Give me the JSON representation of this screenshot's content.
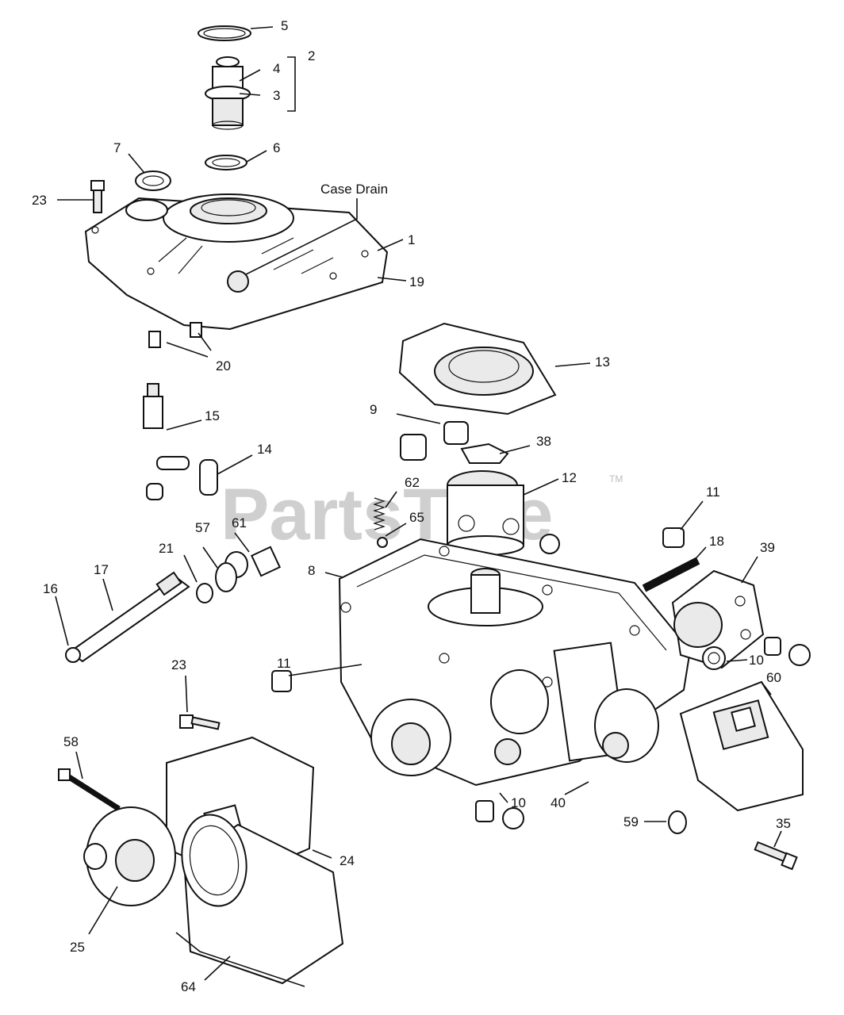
{
  "watermark": {
    "text": "PartsTree",
    "trademark": "TM"
  },
  "callouts": {
    "case_drain": "Case Drain",
    "c1": "1",
    "c2": "2",
    "c3": "3",
    "c4": "4",
    "c5": "5",
    "c6": "6",
    "c7": "7",
    "c8": "8",
    "c9": "9",
    "c10a": "10",
    "c10b": "10",
    "c11a": "11",
    "c11b": "11",
    "c12": "12",
    "c13": "13",
    "c14": "14",
    "c15": "15",
    "c16": "16",
    "c17": "17",
    "c18": "18",
    "c19": "19",
    "c20": "20",
    "c21": "21",
    "c23a": "23",
    "c23b": "23",
    "c24": "24",
    "c25": "25",
    "c35": "35",
    "c38": "38",
    "c39": "39",
    "c40": "40",
    "c57": "57",
    "c58": "58",
    "c59": "59",
    "c60": "60",
    "c61": "61",
    "c62": "62",
    "c64": "64",
    "c65": "65"
  }
}
